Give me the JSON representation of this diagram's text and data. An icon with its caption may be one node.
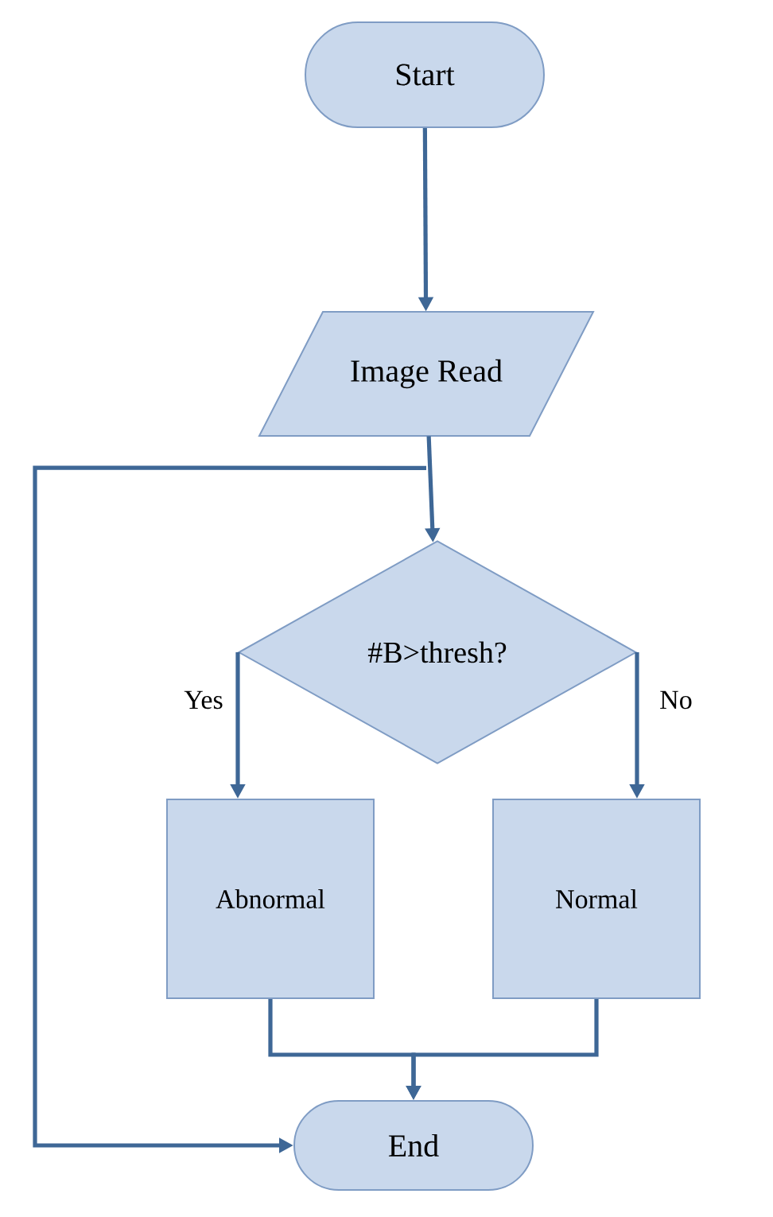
{
  "diagram": {
    "nodes": [
      {
        "text": [
          "Start"
        ]
      },
      {
        "text": [
          "Image Read"
        ]
      },
      {
        "text": [
          "#B>thresh?"
        ]
      },
      {
        "text": [
          "Abnormal"
        ]
      },
      {
        "text": [
          "Normal"
        ]
      },
      {
        "text": [
          "End"
        ]
      }
    ],
    "edges": [
      {
        "from": 0,
        "to": 1,
        "arrow": "to"
      },
      {
        "from": 1,
        "to": 2,
        "arrow": "to"
      },
      {
        "from": 2,
        "to": 3,
        "arrow": "to",
        "label": "Yes"
      },
      {
        "from": 2,
        "to": 4,
        "arrow": "to",
        "label": "No"
      },
      {
        "from": 3,
        "to": 5,
        "arrow": "to"
      },
      {
        "from": 4,
        "to": 5,
        "arrow": "to"
      },
      {
        "from": 1,
        "to": 5,
        "arrow": "to"
      }
    ]
  }
}
